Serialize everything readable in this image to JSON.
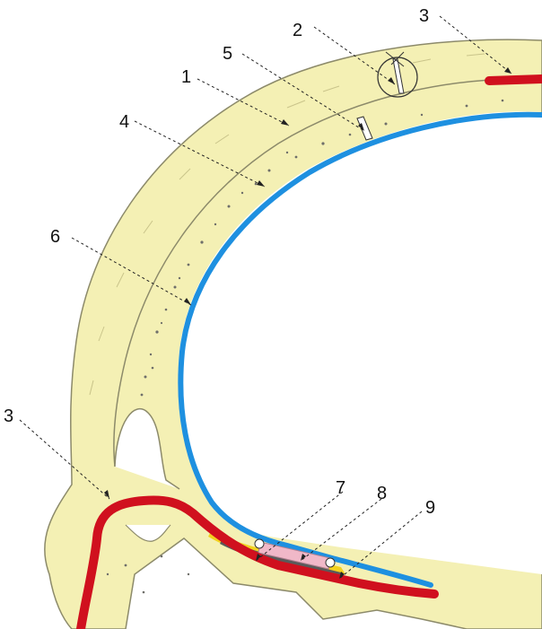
{
  "colors": {
    "bone": "#f4f0b4",
    "bone_edge": "#8c8a6a",
    "diploe_dots": "#6f6f6a",
    "dura_blue": "#1e90e0",
    "artery_red": "#d0101e",
    "pink_graft": "#f0b8c8",
    "yellow_fat": "#f2d21e",
    "dark_layer": "#5a5a5a",
    "label_text": "#111111"
  },
  "labels": {
    "l1": "1",
    "l2": "2",
    "l3_top": "3",
    "l3_left": "3",
    "l4": "4",
    "l5": "5",
    "l6": "6",
    "l7": "7",
    "l8": "8",
    "l9": "9"
  }
}
